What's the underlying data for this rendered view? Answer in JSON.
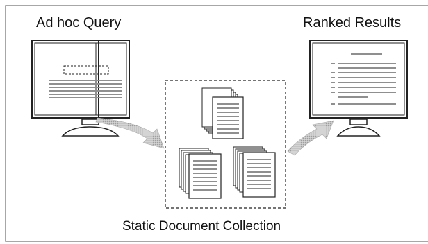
{
  "labels": {
    "query": "Ad hoc Query",
    "results": "Ranked Results",
    "collection": "Static Document Collection"
  },
  "colors": {
    "frame": "#8a8a8a",
    "stroke": "#222222",
    "text_lines": "#8f8f8f",
    "arrow_fill": "#b8b8b8",
    "background": "#ffffff"
  }
}
